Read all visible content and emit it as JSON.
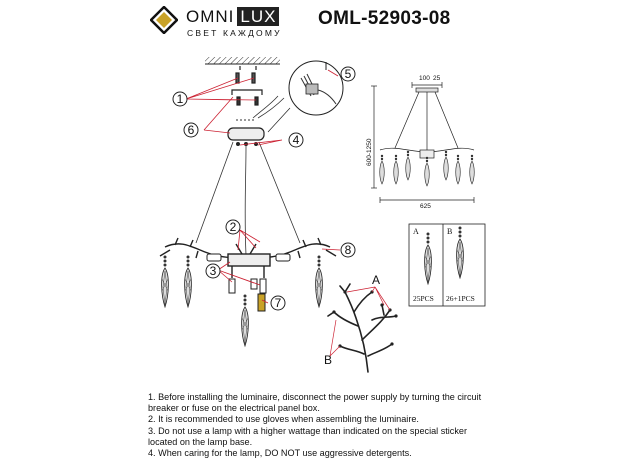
{
  "header": {
    "brand_left": "OMNI",
    "brand_right": "LUX",
    "tagline": "СВЕТ КАЖДОМУ",
    "model": "OML-52903-08"
  },
  "callouts": [
    "1",
    "2",
    "3",
    "4",
    "5",
    "6",
    "7",
    "8"
  ],
  "dimensions": {
    "top_width": "100",
    "top_small": "25",
    "height_range": "600-1250",
    "diameter": "625"
  },
  "variants": {
    "a_label": "A",
    "b_label": "B",
    "a_count": "25PCS",
    "b_count": "26+1PCS"
  },
  "branch_labels": {
    "a": "A",
    "b": "B"
  },
  "notes": [
    "1. Before installing the luminaire, disconnect the power supply by turning the circuit breaker or fuse on the electrical panel box.",
    "2. It is recommended to use gloves when assembling the luminaire.",
    "3. Do not use a lamp with a higher wattage than indicated on the special sticker located on the lamp base.",
    "4. When caring for the lamp, DO NOT use aggressive detergents."
  ]
}
